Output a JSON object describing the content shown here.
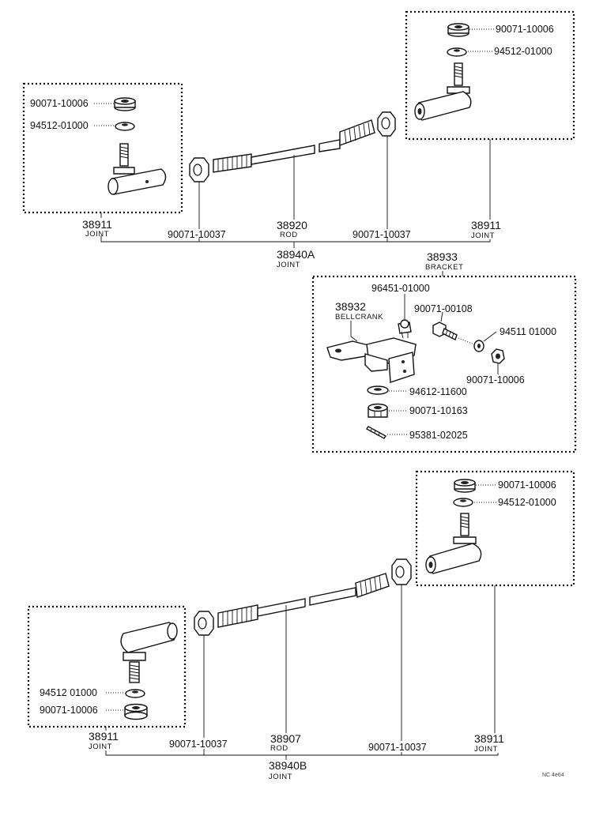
{
  "top_assembly": {
    "left_nut": "90071-10006",
    "left_washer": "94512-01000",
    "left_joint_no": "38911",
    "left_joint_name": "JOINT",
    "left_locknut": "90071-10037",
    "rod_no": "38920",
    "rod_name": "ROD",
    "right_locknut": "90071-10037",
    "right_joint_no": "38911",
    "right_joint_name": "JOINT",
    "right_nut": "90071-10006",
    "right_washer": "94512-01000",
    "assembly_no": "38940A",
    "assembly_name": "JOINT"
  },
  "bracket_assembly": {
    "bracket_no": "38933",
    "bracket_name": "BRACKET",
    "bellcrank_no": "38932",
    "bellcrank_name": "BELLCRANK",
    "p1": "96451-01000",
    "p2": "90071-00108",
    "p3": "94511 01000",
    "p4": "90071-10006",
    "p5": "94612-11600",
    "p6": "90071-10163",
    "p7": "95381-02025"
  },
  "bottom_assembly": {
    "right_nut": "90071-10006",
    "right_washer": "94512-01000",
    "left_washer": "94512 01000",
    "left_nut": "90071-10006",
    "left_joint_no": "38911",
    "left_joint_name": "JOINT",
    "left_locknut": "90071-10037",
    "rod_no": "38907",
    "rod_name": "ROD",
    "right_locknut": "90071-10037",
    "right_joint_no": "38911",
    "right_joint_name": "JOINT",
    "assembly_no": "38940B",
    "assembly_name": "JOINT"
  },
  "figure_code": "NC 4e64"
}
